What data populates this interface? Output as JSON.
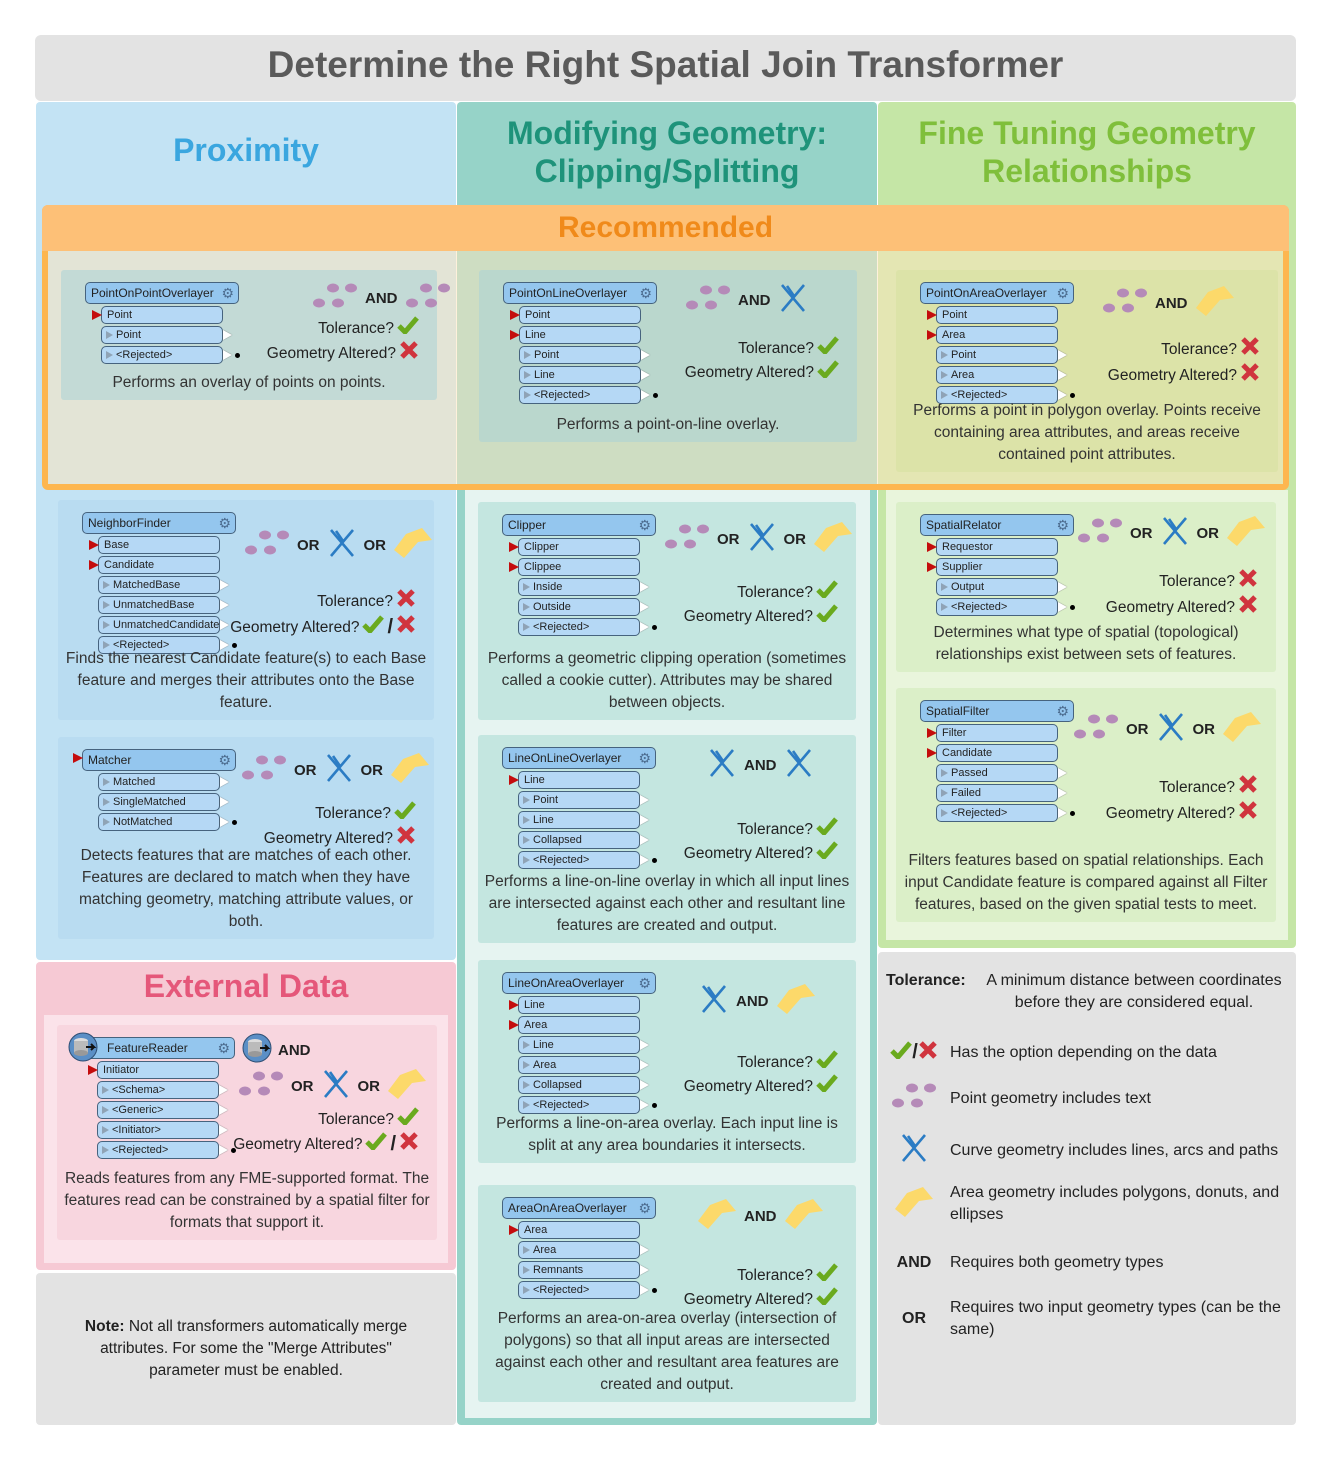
{
  "title": "Determine the Right Spatial Join Transformer",
  "columns": {
    "proximity": {
      "label": "Proximity",
      "color": "#3aa6df"
    },
    "modifying": {
      "label": "Modifying Geometry: Clipping/Splitting",
      "color": "#1e937a"
    },
    "fine": {
      "label": "Fine Tuning Geometry Relationships",
      "color": "#7fbf3b"
    },
    "external": {
      "label": "External Data",
      "color": "#e5577a"
    }
  },
  "recommended": "Recommended",
  "labels": {
    "tolerance": "Tolerance?",
    "altered": "Geometry Altered?"
  },
  "colors": {
    "check": "#6aaa1e",
    "cross": "#d0343e",
    "point": "#b58ab8",
    "curve": "#2b7cc4",
    "area": "#fcd96a"
  },
  "cards": [
    {
      "id": "c1",
      "name": "PointOnPointOverlayer",
      "inputs": [
        "Point"
      ],
      "outputs": [
        "Point",
        "<Rejected>"
      ],
      "geom": [
        [
          "point",
          "AND",
          "point"
        ]
      ],
      "tolerance": "yes",
      "altered": "no",
      "description": "Performs an overlay of points on points."
    },
    {
      "id": "c2",
      "name": "PointOnLineOverlayer",
      "inputs": [
        "Point",
        "Line"
      ],
      "outputs": [
        "Point",
        "Line",
        "<Rejected>"
      ],
      "geom": [
        [
          "point",
          "AND",
          "curve"
        ]
      ],
      "tolerance": "yes",
      "altered": "yes",
      "description": "Performs a point-on-line overlay."
    },
    {
      "id": "c3",
      "name": "PointOnAreaOverlayer",
      "inputs": [
        "Point",
        "Area"
      ],
      "outputs": [
        "Point",
        "Area",
        "<Rejected>"
      ],
      "geom": [
        [
          "point",
          "AND",
          "area"
        ]
      ],
      "tolerance": "no",
      "altered": "no",
      "description": "Performs a point in polygon overlay. Points receive containing area attributes, and areas receive contained point attributes."
    },
    {
      "id": "c4",
      "name": "NeighborFinder",
      "inputs": [
        "Base",
        "Candidate"
      ],
      "outputs": [
        "MatchedBase",
        "UnmatchedBase",
        "UnmatchedCandidate",
        "<Rejected>"
      ],
      "geom": [
        [
          "point",
          "OR",
          "curve",
          "OR",
          "area"
        ]
      ],
      "tolerance": "no",
      "altered": "both",
      "description": "Finds the nearest Candidate feature(s) to each Base feature and merges their attributes onto the Base feature."
    },
    {
      "id": "c5",
      "name": "Matcher",
      "headFlag": true,
      "inputs": [],
      "outputs": [
        "Matched",
        "SingleMatched",
        "NotMatched"
      ],
      "geom": [
        [
          "point",
          "OR",
          "curve",
          "OR",
          "area"
        ]
      ],
      "tolerance": "yes",
      "altered": "no",
      "description": "Detects features that are matches of each other. Features are declared to match when they have matching geometry, matching attribute values, or both."
    },
    {
      "id": "c6",
      "name": "FeatureReader",
      "reader": true,
      "inputs": [
        "Initiator"
      ],
      "outputs": [
        "<Schema>",
        "<Generic>",
        "<Initiator>",
        "<Rejected>"
      ],
      "geom": [
        [
          "reader",
          "AND"
        ],
        [
          "point",
          "OR",
          "curve",
          "OR",
          "area"
        ]
      ],
      "tolerance": "yes",
      "altered": "both",
      "description": "Reads features from any FME-supported format. The features read can be constrained by a spatial filter for formats that support it."
    },
    {
      "id": "c7",
      "name": "Clipper",
      "inputs": [
        "Clipper",
        "Clippee"
      ],
      "outputs": [
        "Inside",
        "Outside",
        "<Rejected>"
      ],
      "geom": [
        [
          "point",
          "OR",
          "curve",
          "OR",
          "area"
        ]
      ],
      "tolerance": "yes",
      "altered": "yes",
      "description": "Performs a geometric clipping operation (sometimes called a cookie cutter). Attributes may be shared between objects."
    },
    {
      "id": "c8",
      "name": "LineOnLineOverlayer",
      "inputs": [
        "Line"
      ],
      "outputs": [
        "Point",
        "Line",
        "Collapsed",
        "<Rejected>"
      ],
      "geom": [
        [
          "curve",
          "AND",
          "curve"
        ]
      ],
      "tolerance": "yes",
      "altered": "yes",
      "description": "Performs a line-on-line overlay in which all input lines are intersected against each other and resultant line features are created and output."
    },
    {
      "id": "c9",
      "name": "LineOnAreaOverlayer",
      "inputs": [
        "Line",
        "Area"
      ],
      "outputs": [
        "Line",
        "Area",
        "Collapsed",
        "<Rejected>"
      ],
      "geom": [
        [
          "curve",
          "AND",
          "area"
        ]
      ],
      "tolerance": "yes",
      "altered": "yes",
      "description": "Performs a line-on-area overlay. Each input line is split at any area boundaries it intersects."
    },
    {
      "id": "c10",
      "name": "AreaOnAreaOverlayer",
      "inputs": [
        "Area"
      ],
      "outputs": [
        "Area",
        "Remnants",
        "<Rejected>"
      ],
      "geom": [
        [
          "area",
          "AND",
          "area"
        ]
      ],
      "tolerance": "yes",
      "altered": "yes",
      "description": "Performs an area-on-area overlay (intersection of polygons) so that all input areas are intersected against each other and resultant area features are created and output."
    },
    {
      "id": "c11",
      "name": "SpatialRelator",
      "inputs": [
        "Requestor",
        "Supplier"
      ],
      "outputs": [
        "Output",
        "<Rejected>"
      ],
      "geom": [
        [
          "point",
          "OR",
          "curve",
          "OR",
          "area"
        ]
      ],
      "tolerance": "no",
      "altered": "no",
      "description": "Determines what type of spatial (topological) relationships exist between sets of features."
    },
    {
      "id": "c12",
      "name": "SpatialFilter",
      "inputs": [
        "Filter",
        "Candidate"
      ],
      "outputs": [
        "Passed",
        "Failed",
        "<Rejected>"
      ],
      "geom": [
        [
          "point",
          "OR",
          "curve",
          "OR",
          "area"
        ]
      ],
      "tolerance": "no",
      "altered": "no",
      "description": "Filters features based on spatial relationships. Each input Candidate feature is compared against all Filter features, based on the given spatial tests to meet."
    }
  ],
  "note": {
    "bold": "Note:",
    "text": " Not all transformers automatically merge attributes. For some the \"Merge Attributes\" parameter must be enabled."
  },
  "legend": {
    "tolerance_term": "Tolerance:",
    "tolerance_def": "A minimum distance between coordinates before they are considered equal.",
    "items": [
      {
        "icon": "both",
        "text": "Has the option depending on the data"
      },
      {
        "icon": "point",
        "text": "Point geometry includes text"
      },
      {
        "icon": "curve",
        "text": "Curve geometry includes lines, arcs and paths"
      },
      {
        "icon": "area",
        "text": "Area geometry includes polygons, donuts, and ellipses"
      },
      {
        "icon": "AND",
        "text": "Requires both geometry types"
      },
      {
        "icon": "OR",
        "text": "Requires two input geometry types (can be the same)"
      }
    ]
  }
}
